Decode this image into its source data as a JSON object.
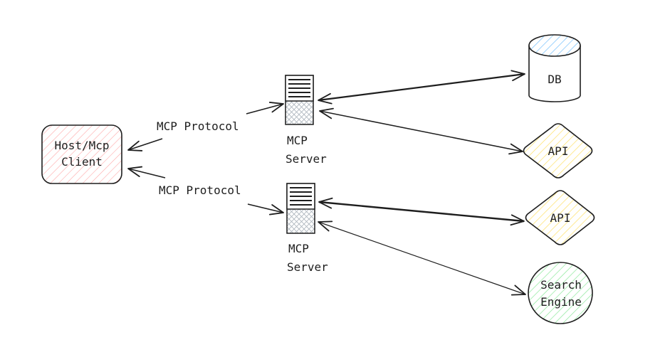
{
  "colors": {
    "stroke": "#1e1e1e",
    "client_fill": "#ffc9c9",
    "db_fill": "#a5d8ff",
    "api_fill": "#ffec99",
    "search_fill": "#b2f2bb",
    "server_fill": "#dee2e6"
  },
  "client": {
    "line1": "Host/Mcp",
    "line2": "Client"
  },
  "protocol_labels": {
    "top": "MCP Protocol",
    "bottom": "MCP Protocol"
  },
  "servers": [
    {
      "line1": "MCP",
      "line2": "Server",
      "icon": "server-rack-icon"
    },
    {
      "line1": "MCP",
      "line2": "Server",
      "icon": "server-rack-icon"
    }
  ],
  "resources": {
    "db": {
      "label": "DB",
      "icon": "database-cylinder-icon"
    },
    "api_top": {
      "label": "API"
    },
    "api_bottom": {
      "label": "API"
    },
    "search": {
      "line1": "Search",
      "line2": "Engine"
    }
  }
}
